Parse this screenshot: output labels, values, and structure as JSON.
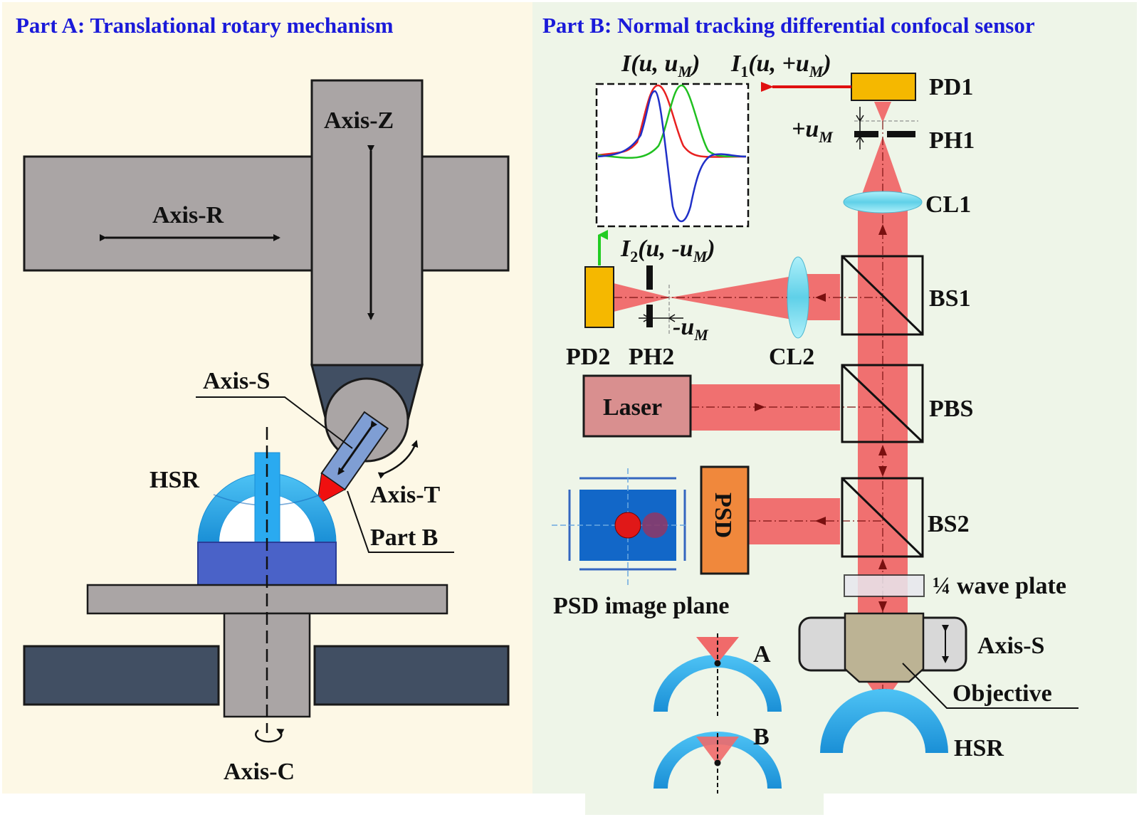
{
  "part_a": {
    "title": "Part A: Translational rotary mechanism",
    "labels": {
      "axis_z": "Axis-Z",
      "axis_r": "Axis-R",
      "axis_s": "Axis-S",
      "axis_t": "Axis-T",
      "part_b": "Part B",
      "hsr": "HSR",
      "axis_c": "Axis-C"
    }
  },
  "part_b": {
    "title": "Part B: Normal tracking differential confocal sensor",
    "labels": {
      "pd1": "PD1",
      "ph1": "PH1",
      "cl1": "CL1",
      "bs1": "BS1",
      "pbs": "PBS",
      "bs2": "BS2",
      "wave_plate": "¼ wave plate",
      "axis_s": "Axis-S",
      "objective": "Objective",
      "hsr": "HSR",
      "pd2": "PD2",
      "ph2": "PH2",
      "cl2": "CL2",
      "laser": "Laser",
      "psd": "PSD",
      "psd_plane": "PSD image plane",
      "pos_a": "A",
      "pos_b": "B"
    },
    "math": {
      "i_left": "I(u, u",
      "i_sub": "M",
      "i_right": ")",
      "i1_main": "I",
      "i1_sub": "1",
      "i1_args": "(u, +u",
      "i1_sub2": "M",
      "i1_end": ")",
      "i2_main": "I",
      "i2_sub": "2",
      "i2_args": "(u, -u",
      "i2_sub2": "M",
      "i2_end": ")",
      "plus_um": "+u",
      "plus_um_sub": "M",
      "minus_um": "-u",
      "minus_um_sub": "M"
    }
  },
  "colors": {
    "panel_a_bg": "#fdf8e6",
    "panel_b_bg": "#eef5e8",
    "gray_block": "#aaa5a5",
    "dark_block": "#414f63",
    "beam": "#f07070",
    "hsr_blue": "#1fa5e8",
    "objective": "#bcb394",
    "laser_fill": "#d98f8f",
    "psd_fill": "#f0883c",
    "pd_fill": "#f5b800",
    "lens": "#6fd8ec",
    "curve_red": "#e82020",
    "curve_green": "#20c020",
    "curve_blue": "#2030c8"
  }
}
